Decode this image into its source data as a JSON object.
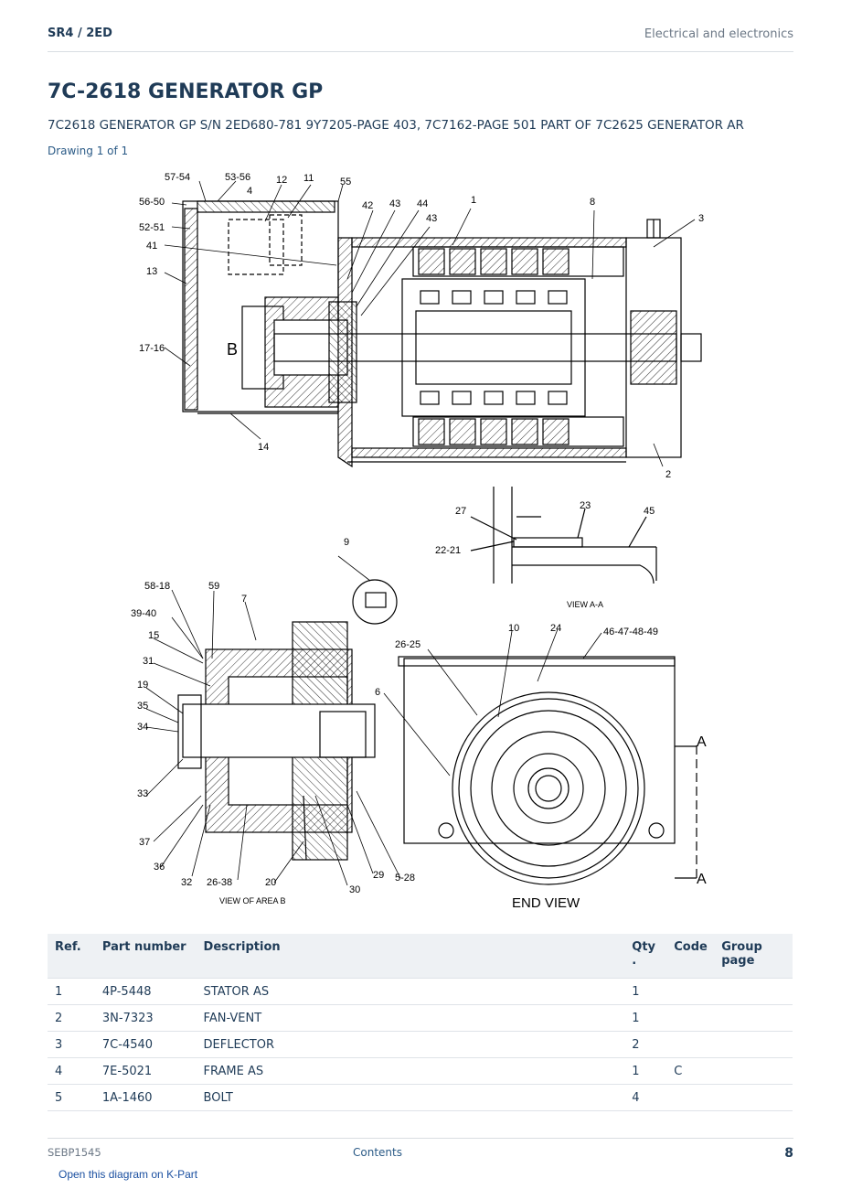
{
  "header": {
    "model": "SR4  /  2ED",
    "section": "Electrical and electronics"
  },
  "title": "7C-2618 GENERATOR GP",
  "subtitle": "7C2618 GENERATOR GP S/N 2ED680-781 9Y7205-PAGE 403, 7C7162-PAGE 501 PART OF 7C2625 GENERATOR AR",
  "drawing_count": "Drawing 1 of 1",
  "diagram": {
    "callouts": [
      "57-54",
      "53-56",
      "12",
      "11",
      "55",
      "4",
      "56-50",
      "52-51",
      "41",
      "13",
      "17-16",
      "14",
      "42",
      "43",
      "44",
      "43",
      "1",
      "8",
      "3",
      "2",
      "B",
      "27",
      "23",
      "45",
      "22-21",
      "VIEW A-A",
      "9",
      "58-18",
      "59",
      "39-40",
      "7",
      "15",
      "31",
      "19",
      "35",
      "34",
      "33",
      "37",
      "36",
      "32",
      "26-38",
      "20",
      "30",
      "29",
      "5-28",
      "VIEW OF AREA B",
      "26-25",
      "10",
      "24",
      "46-47-48-49",
      "6",
      "A",
      "A",
      "END VIEW"
    ]
  },
  "table": {
    "headers": {
      "ref": "Ref.",
      "part_number": "Part number",
      "description": "Description",
      "qty": "Qty\n.",
      "code": "Code",
      "group_page": "Group page"
    },
    "rows": [
      {
        "ref": "1",
        "part_number": "4P-5448",
        "description": "STATOR AS",
        "qty": "1",
        "code": ""
      },
      {
        "ref": "2",
        "part_number": "3N-7323",
        "description": "FAN-VENT",
        "qty": "1",
        "code": ""
      },
      {
        "ref": "3",
        "part_number": "7C-4540",
        "description": "DEFLECTOR",
        "qty": "2",
        "code": ""
      },
      {
        "ref": "4",
        "part_number": "7E-5021",
        "description": "FRAME AS",
        "qty": "1",
        "code": "C"
      },
      {
        "ref": "5",
        "part_number": "1A-1460",
        "description": "BOLT",
        "qty": "4",
        "code": ""
      }
    ]
  },
  "footer": {
    "doc_id": "SEBP1545",
    "contents": "Contents",
    "page": "8",
    "kpart_link": "Open this diagram on K-Part"
  }
}
